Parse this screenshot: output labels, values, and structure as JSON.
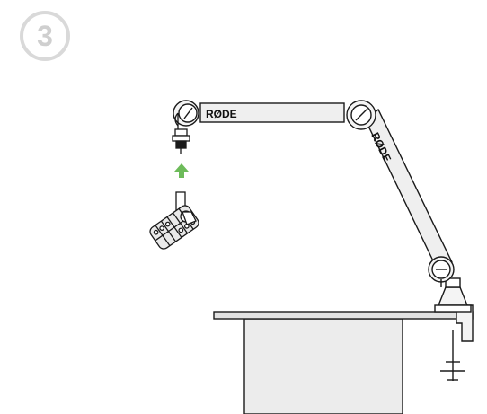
{
  "step": {
    "number": "3"
  },
  "arm": {
    "brand_upper": "RØDE",
    "brand_lower": "RØDE"
  },
  "colors": {
    "outline": "#1a1a1a",
    "arm_fill": "#efefef",
    "desk_fill": "#ececec",
    "arrow": "#6dbb5a",
    "badge": "#d9d9d9"
  },
  "icons": [
    "microphone-icon",
    "up-arrow-icon",
    "boom-arm-icon",
    "desk-clamp-icon"
  ]
}
